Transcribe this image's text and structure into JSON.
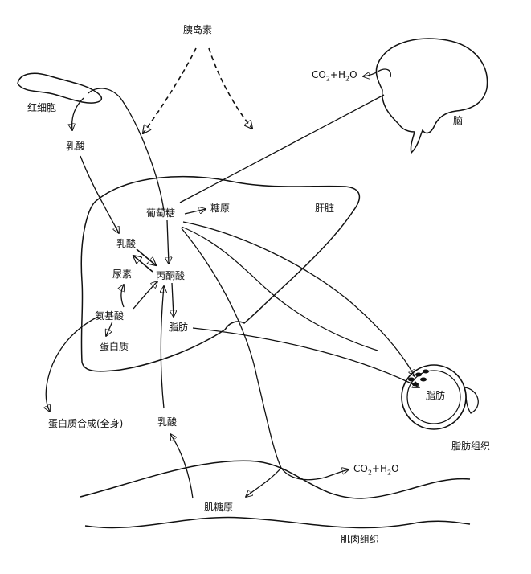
{
  "labels": {
    "insulin": "胰岛素",
    "red_blood_cell": "红细胞",
    "lactate_top": "乳酸",
    "brain": "脑",
    "glucose": "葡萄糖",
    "glycogen_liver": "糖原",
    "liver": "肝脏",
    "lactate_liver": "乳酸",
    "urea": "尿素",
    "pyruvate": "丙酮酸",
    "amino_acid": "氨基酸",
    "protein": "蛋白质",
    "fat_liver": "脂肪",
    "protein_synthesis": "蛋白质合成(全身)",
    "lactate_muscle": "乳酸",
    "fat_cell": "脂肪",
    "adipose_tissue": "脂肪组织",
    "muscle_glycogen": "肌糖原",
    "muscle_tissue": "肌肉组织"
  },
  "formulas": {
    "co2_brain": {
      "a": "CO",
      "b": "2",
      "c": "+H",
      "d": "2",
      "e": "O"
    },
    "co2_muscle": {
      "a": "CO",
      "b": "2",
      "c": "+H",
      "d": "2",
      "e": "O"
    }
  },
  "colors": {
    "ink": "#111111",
    "background": "#ffffff"
  }
}
